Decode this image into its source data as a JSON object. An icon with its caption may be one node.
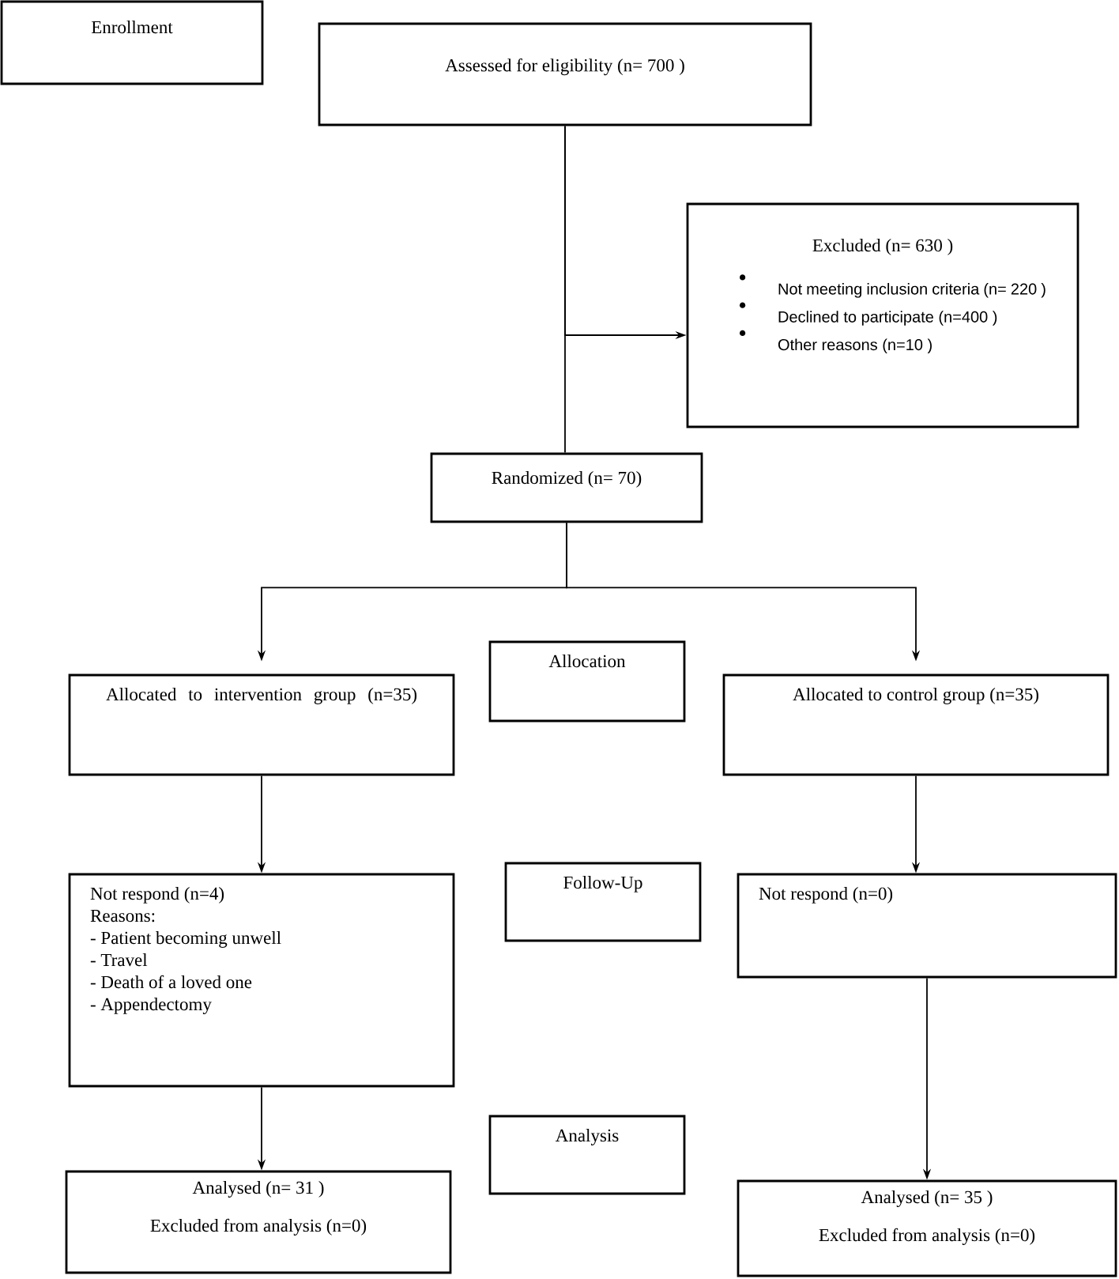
{
  "diagram": {
    "nodes": [
      {
        "text": [
          "Enrollment"
        ]
      },
      {
        "text": [
          "Assessed for eligibility (n= 700 )"
        ]
      },
      {
        "text": [
          "Excluded (n= 630  )",
          "Not meeting inclusion criteria (n= 220 )",
          "Declined to participate (n=400 )",
          "Other reasons (n=10 )"
        ]
      },
      {
        "text": [
          "Randomized (n= 70)"
        ]
      },
      {
        "text": [
          "Allocated to intervention group (n=35)"
        ]
      },
      {
        "text": [
          "Allocation"
        ]
      },
      {
        "text": [
          "Allocated to control group (n=35)"
        ]
      },
      {
        "text": [
          "Not respond (n=4)",
          "Reasons:",
          "- Patient becoming unwell",
          "- Travel",
          "- Death of a loved one",
          "- Appendectomy"
        ]
      },
      {
        "text": [
          "Follow-Up"
        ]
      },
      {
        "text": [
          "Not respond (n=0)"
        ]
      },
      {
        "text": [
          "Analysis"
        ]
      },
      {
        "text": [
          "Analysed (n= 31 )",
          "Excluded from analysis (n=0)"
        ]
      },
      {
        "text": [
          "Analysed (n= 35 )",
          "Excluded from analysis (n=0)"
        ]
      }
    ],
    "edges": [
      {
        "from": 1,
        "to": 3,
        "arrow": "none"
      },
      {
        "from": 1,
        "to": 2,
        "arrow": "to"
      },
      {
        "from": 3,
        "to": 4,
        "arrow": "to"
      },
      {
        "from": 3,
        "to": 6,
        "arrow": "to"
      },
      {
        "from": 4,
        "to": 7,
        "arrow": "to"
      },
      {
        "from": 6,
        "to": 9,
        "arrow": "to"
      },
      {
        "from": 7,
        "to": 11,
        "arrow": "to"
      },
      {
        "from": 9,
        "to": 12,
        "arrow": "to"
      }
    ]
  }
}
